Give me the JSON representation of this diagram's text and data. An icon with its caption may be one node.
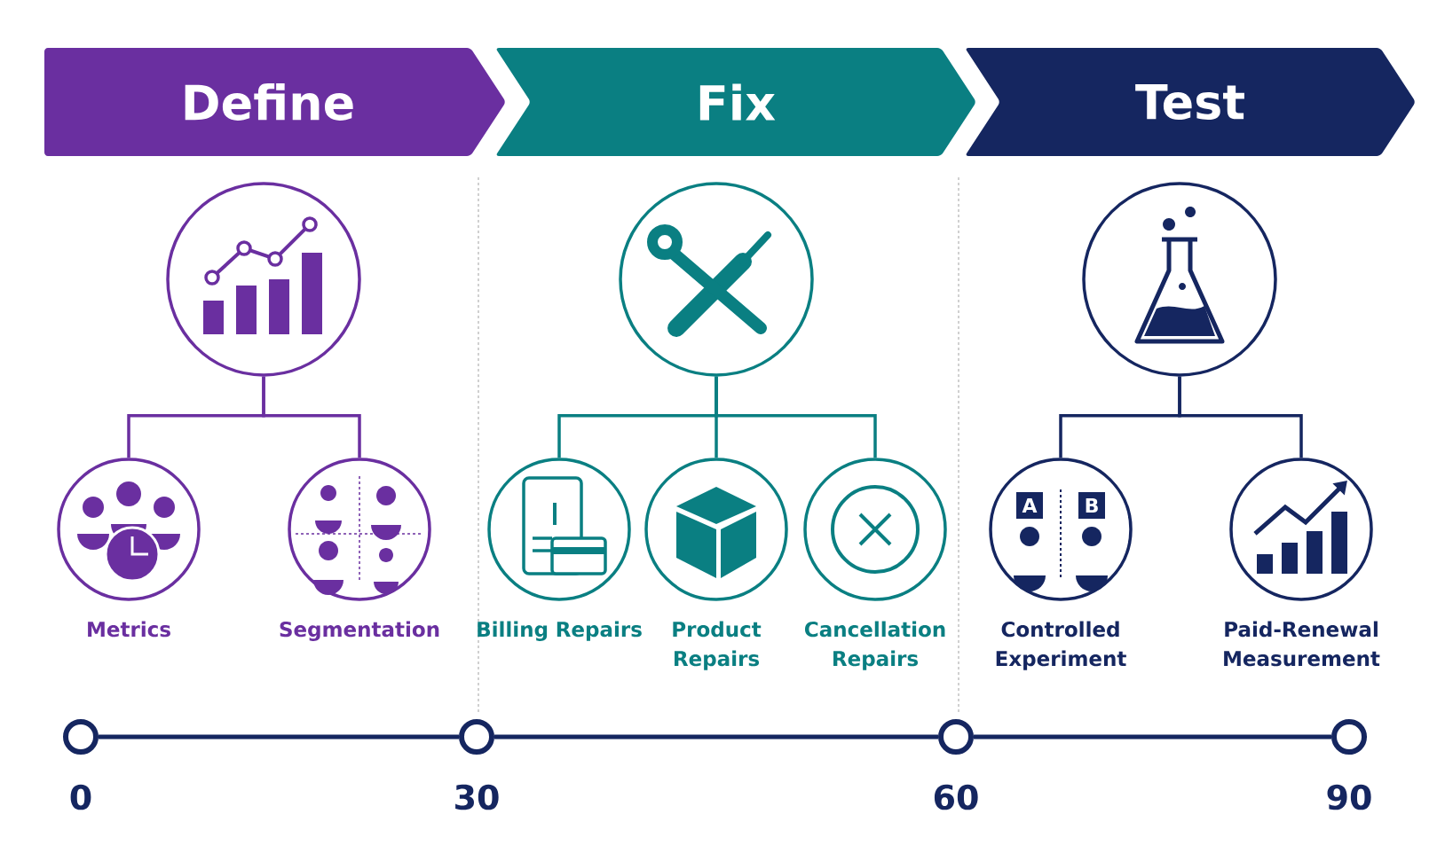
{
  "diagram": {
    "nodes": [
      {
        "text": [
          "Define"
        ]
      },
      {
        "text": [
          "Fix"
        ]
      },
      {
        "text": [
          "Test"
        ]
      },
      {
        "text": [],
        "shape": "circle"
      },
      {
        "text": [
          "Metrics"
        ]
      },
      {
        "text": [
          "Segmentation"
        ]
      },
      {
        "text": [],
        "shape": "circle"
      },
      {
        "text": [
          "Billing Repairs"
        ]
      },
      {
        "text": [
          "Product Repairs"
        ]
      },
      {
        "text": [
          "Cancellation Repairs"
        ]
      },
      {
        "text": [],
        "shape": "circle"
      },
      {
        "text": [
          "Controlled Experiment"
        ]
      },
      {
        "text": [
          "Paid-Renewal Measurement"
        ]
      },
      {
        "text": [
          "0"
        ]
      },
      {
        "text": [
          "30"
        ]
      },
      {
        "text": [
          "60"
        ]
      },
      {
        "text": [
          "90"
        ]
      }
    ],
    "edges": [
      {
        "from": 3,
        "to": 4,
        "arrow": "none"
      },
      {
        "from": 3,
        "to": 5,
        "arrow": "none"
      },
      {
        "from": 6,
        "to": 7,
        "arrow": "none"
      },
      {
        "from": 6,
        "to": 8,
        "arrow": "none"
      },
      {
        "from": 6,
        "to": 9,
        "arrow": "none"
      },
      {
        "from": 10,
        "to": 11,
        "arrow": "none"
      },
      {
        "from": 10,
        "to": 12,
        "arrow": "none"
      },
      {
        "from": 13,
        "to": 14,
        "arrow": "none"
      },
      {
        "from": 14,
        "to": 15,
        "arrow": "none"
      },
      {
        "from": 15,
        "to": 16,
        "arrow": "none"
      }
    ],
    "labels": [
      "A",
      "B"
    ]
  }
}
